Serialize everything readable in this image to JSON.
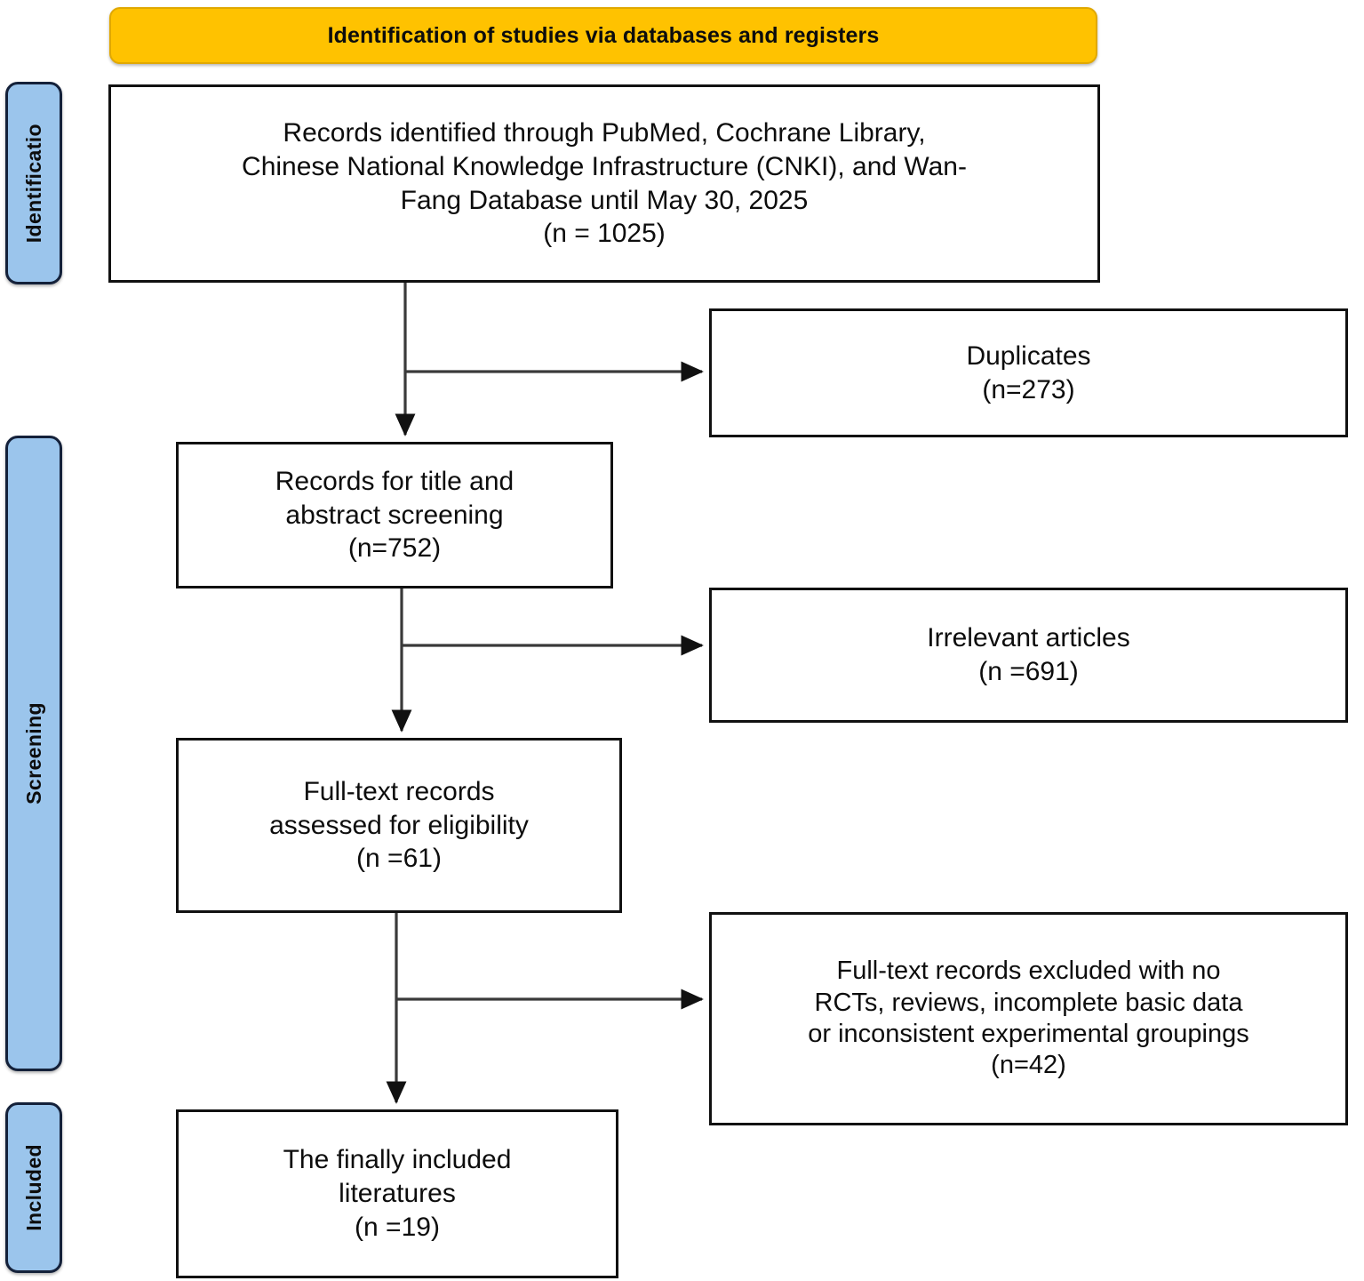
{
  "banner": {
    "title": "Identification of studies via databases and registers"
  },
  "stages": [
    {
      "id": "identification",
      "label": "Identificatio"
    },
    {
      "id": "screening",
      "label": "Screening"
    },
    {
      "id": "included",
      "label": "Included"
    }
  ],
  "flow": {
    "identified": {
      "lines": [
        "Records identified through PubMed, Cochrane Library,",
        "Chinese National Knowledge Infrastructure (CNKI), and Wan-",
        "Fang Database until May 30, 2025",
        "(n = 1025)"
      ],
      "count": 1025
    },
    "title_abstract": {
      "lines": [
        "Records for title and",
        "abstract screening",
        "(n=752)"
      ],
      "count": 752
    },
    "fulltext_assessed": {
      "lines": [
        "Full-text records",
        "assessed for eligibility",
        "(n =61)"
      ],
      "count": 61
    },
    "final_included": {
      "lines": [
        "The finally included",
        "literatures",
        "(n =19)"
      ],
      "count": 19
    }
  },
  "exclusions": {
    "duplicates": {
      "lines": [
        "Duplicates",
        "(n=273)"
      ],
      "count": 273
    },
    "irrelevant": {
      "lines": [
        "Irrelevant articles",
        "(n =691)"
      ],
      "count": 691
    },
    "fulltext_excluded": {
      "lines": [
        "Full-text records excluded with no",
        "RCTs, reviews, incomplete basic data",
        "or inconsistent experimental groupings",
        "(n=42)"
      ],
      "count": 42
    }
  },
  "colors": {
    "banner_fill": "#FFC200",
    "banner_border": "#E0A800",
    "stage_tab_fill": "#9BC5EC",
    "stage_tab_border": "#14213a",
    "box_border": "#111111",
    "connector": "#3a3a3a",
    "text": "#0d0d0d"
  }
}
